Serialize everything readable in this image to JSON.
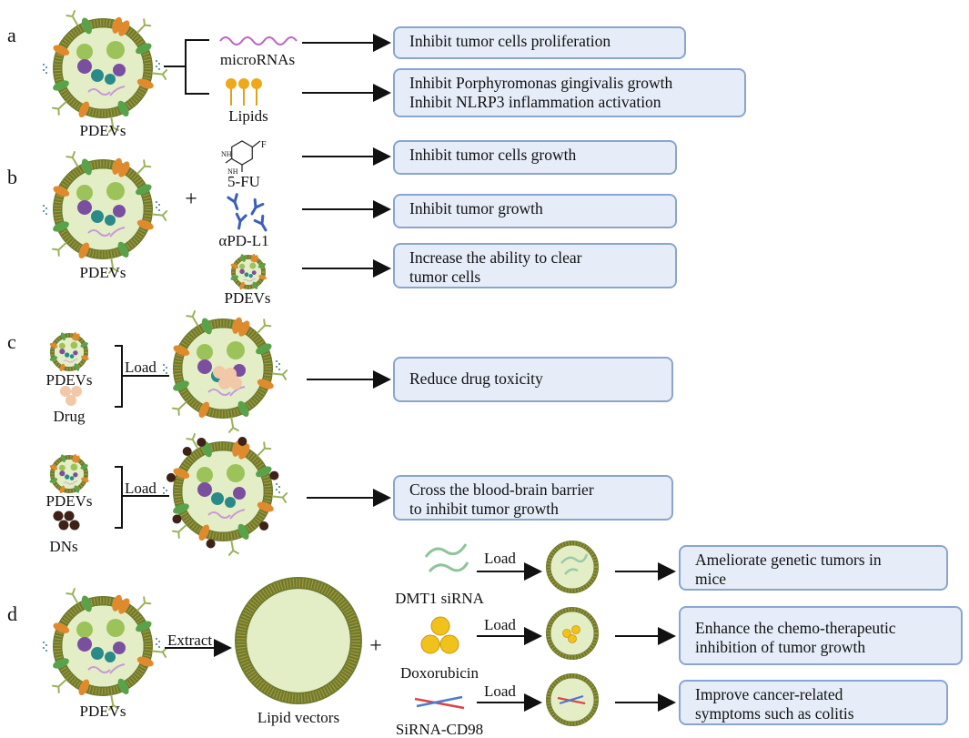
{
  "panels": [
    "a",
    "b",
    "c",
    "d"
  ],
  "a": {
    "vesicle_label": "PDEVs",
    "cargo": [
      "microRNAs",
      "Lipids"
    ],
    "effects": [
      [
        "Inhibit tumor cells proliferation"
      ],
      [
        "Inhibit Porphyromonas gingivalis growth",
        "Inhibit NLRP3 inflammation activation"
      ]
    ]
  },
  "b": {
    "vesicle_label": "PDEVs",
    "plus": "+",
    "agents": [
      "5-FU",
      "αPD-L1",
      "PDEVs"
    ],
    "fu_structure_labels": {
      "f": "F",
      "nh_top": "NH",
      "nh_bottom": "NH"
    },
    "effects": [
      [
        "Inhibit tumor cells growth"
      ],
      [
        "Inhibit tumor growth"
      ],
      [
        "Increase the ability to clear",
        "tumor cells"
      ]
    ]
  },
  "c": {
    "rows": [
      {
        "vesicle_label": "PDEVs",
        "cargo_label": "Drug",
        "action": "Load",
        "effect": [
          "Reduce drug toxicity"
        ]
      },
      {
        "vesicle_label": "PDEVs",
        "cargo_label": "DNs",
        "action": "Load",
        "effect": [
          "Cross the blood-brain barrier",
          "to inhibit tumor growth"
        ]
      }
    ]
  },
  "d": {
    "vesicle_label": "PDEVs",
    "extract": "Extract",
    "vector_label": "Lipid vectors",
    "plus": "+",
    "rows": [
      {
        "cargo": "DMT1 siRNA",
        "action": "Load",
        "effect": [
          "Ameliorate genetic tumors in",
          "mice"
        ]
      },
      {
        "cargo": "Doxorubicin",
        "action": "Load",
        "effect": [
          "Enhance the chemo-therapeutic",
          "inhibition of tumor growth"
        ]
      },
      {
        "cargo": "SiRNA-CD98",
        "action": "Load",
        "effect": [
          "Improve cancer-related",
          "symptoms such as colitis"
        ]
      }
    ]
  },
  "colors": {
    "membrane": "#6b7a2e",
    "membrane_stripe": "#b7a03c",
    "vesicle_lumen": "#e4eec6",
    "protein_orange": "#e08a2e",
    "cargo_green": "#9cc35a",
    "cargo_purple": "#7b4fa0",
    "cargo_teal": "#2a8a8a",
    "box_fill": "#e6edf8",
    "box_border": "#8aa5cf",
    "arrow": "#111111"
  }
}
